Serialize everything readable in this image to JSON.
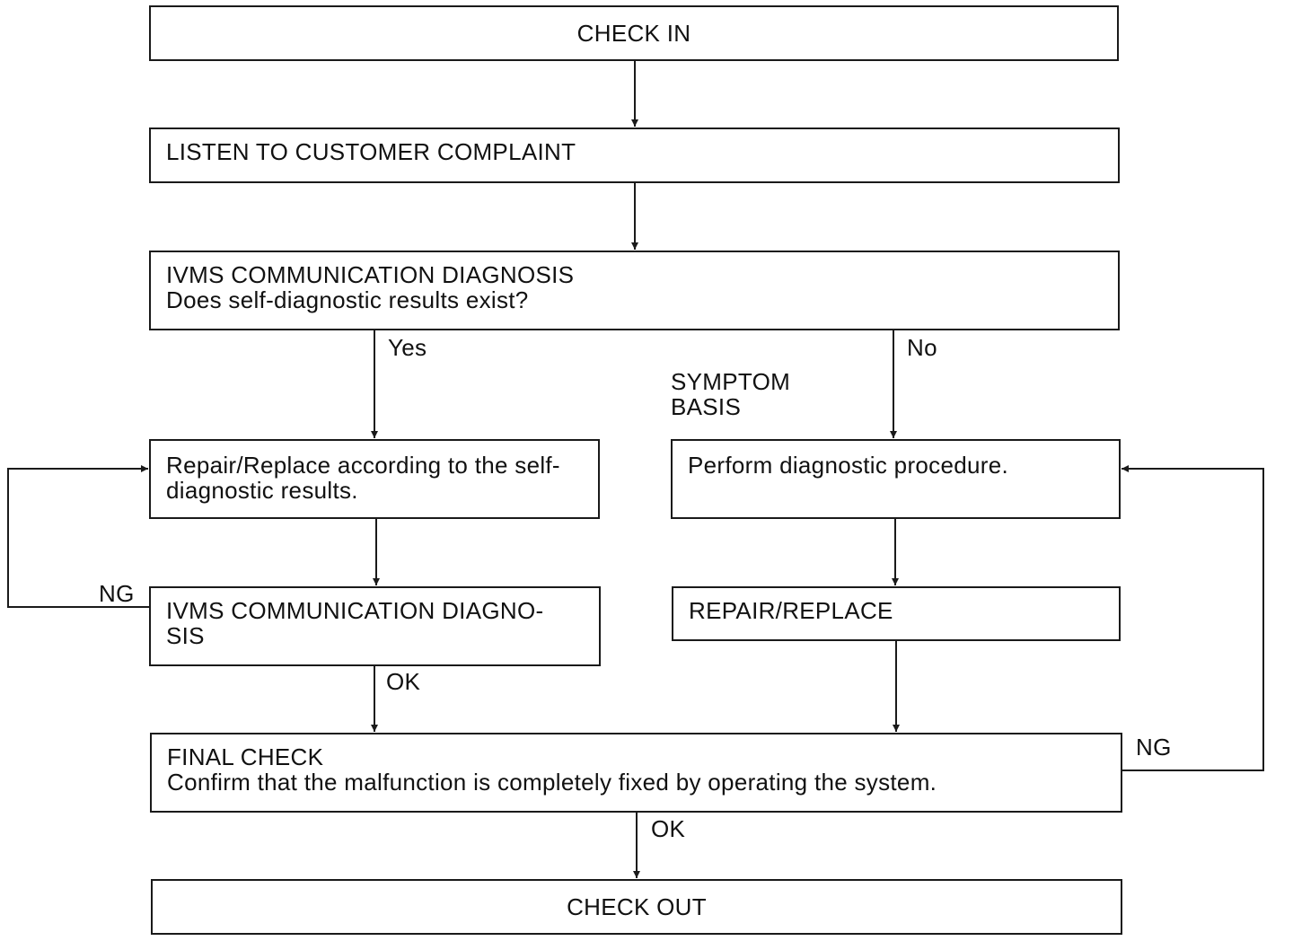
{
  "flowchart": {
    "check_in": "CHECK IN",
    "listen": "LISTEN TO CUSTOMER COMPLAINT",
    "diagnosis": {
      "title": "IVMS COMMUNICATION DIAGNOSIS",
      "question": "Does self-diagnostic results exist?"
    },
    "yes_label": "Yes",
    "no_label": "No",
    "symptom_basis": {
      "line1": "SYMPTOM",
      "line2": "BASIS"
    },
    "repair_self_diag": {
      "line1": "Repair/Replace according to the self-",
      "line2": "diagnostic results."
    },
    "perform_procedure": "Perform diagnostic procedure.",
    "diagnosis_recheck": {
      "line1": "IVMS COMMUNICATION DIAGNO-",
      "line2": "SIS"
    },
    "repair_replace": "REPAIR/REPLACE",
    "ng_left": "NG",
    "ok_left": "OK",
    "final_check": {
      "title": "FINAL CHECK",
      "text": "Confirm that the malfunction is completely fixed by operating the system."
    },
    "ng_right": "NG",
    "ok_bottom": "OK",
    "check_out": "CHECK OUT"
  }
}
